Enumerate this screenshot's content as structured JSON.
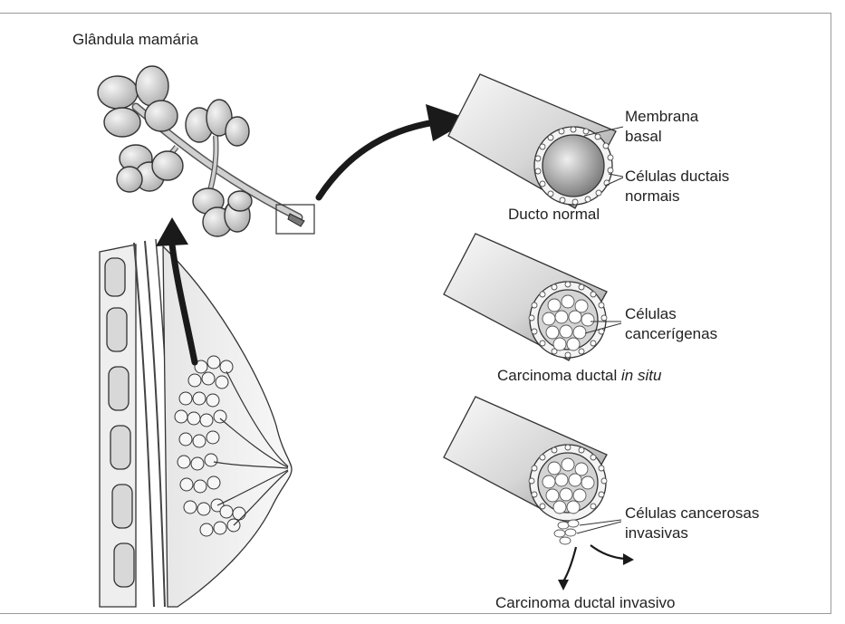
{
  "labels": {
    "gland_title": "Glândula mamária",
    "membrane_line1": "Membrana",
    "membrane_line2": "basal",
    "normal_cells_line1": "Células ductais",
    "normal_cells_line2": "normais",
    "normal_duct": "Ducto normal",
    "cancer_cells_line1": "Células",
    "cancer_cells_line2": "cancerígenas",
    "dcis_prefix": "Carcinoma ductal ",
    "dcis_italic": "in situ",
    "invasive_cells_line1": "Células cancerosas",
    "invasive_cells_line2": "invasivas",
    "invasive_carcinoma": "Carcinoma ductal invasivo"
  },
  "colors": {
    "ink": "#222222",
    "lobule_fill": "#c9c9c9",
    "duct_light": "#f2f2f2",
    "duct_dark": "#8a8a8a",
    "arrow": "#1a1a1a"
  }
}
